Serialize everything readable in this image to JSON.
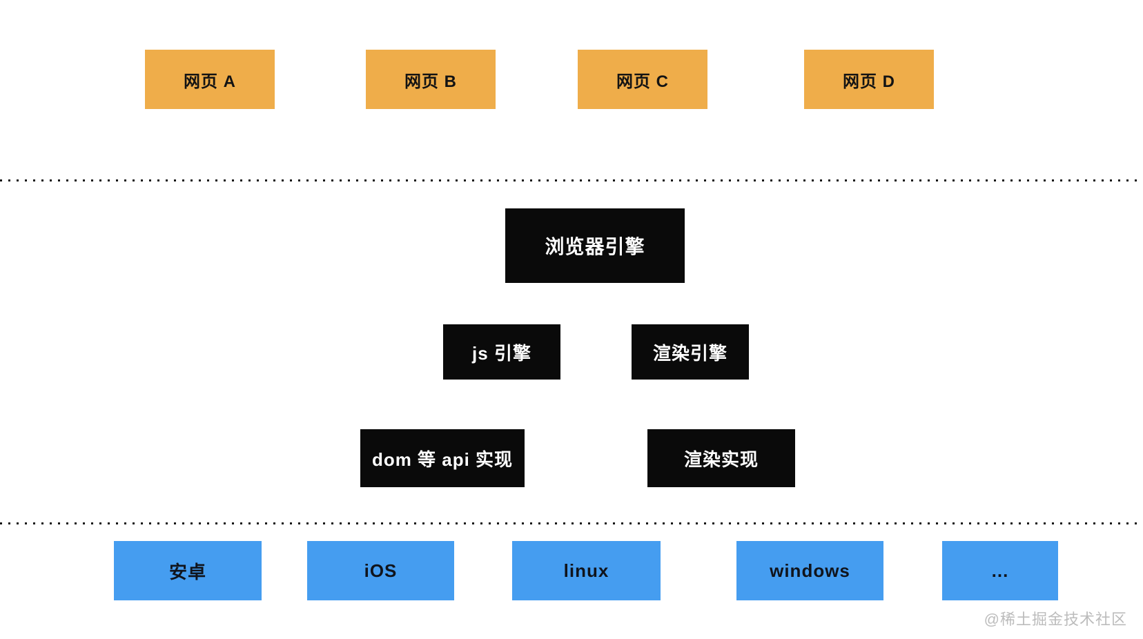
{
  "colors": {
    "webpage_box": "#efad4a",
    "engine_box": "#0a0a0a",
    "platform_box": "#459df0",
    "divider_dots": "#161616",
    "watermark_text": "#bcbcbc"
  },
  "webpages": [
    {
      "label": "网页 A"
    },
    {
      "label": "网页 B"
    },
    {
      "label": "网页 C"
    },
    {
      "label": "网页 D"
    }
  ],
  "browser_engine": {
    "label": "浏览器引擎"
  },
  "engines": [
    {
      "label": "js 引擎"
    },
    {
      "label": "渲染引擎"
    }
  ],
  "implementations": [
    {
      "label": "dom 等 api 实现"
    },
    {
      "label": "渲染实现"
    }
  ],
  "platforms": [
    {
      "label": "安卓"
    },
    {
      "label": "iOS"
    },
    {
      "label": "linux"
    },
    {
      "label": "windows"
    },
    {
      "label": "..."
    }
  ],
  "watermark": {
    "label": "@稀土掘金技术社区"
  }
}
